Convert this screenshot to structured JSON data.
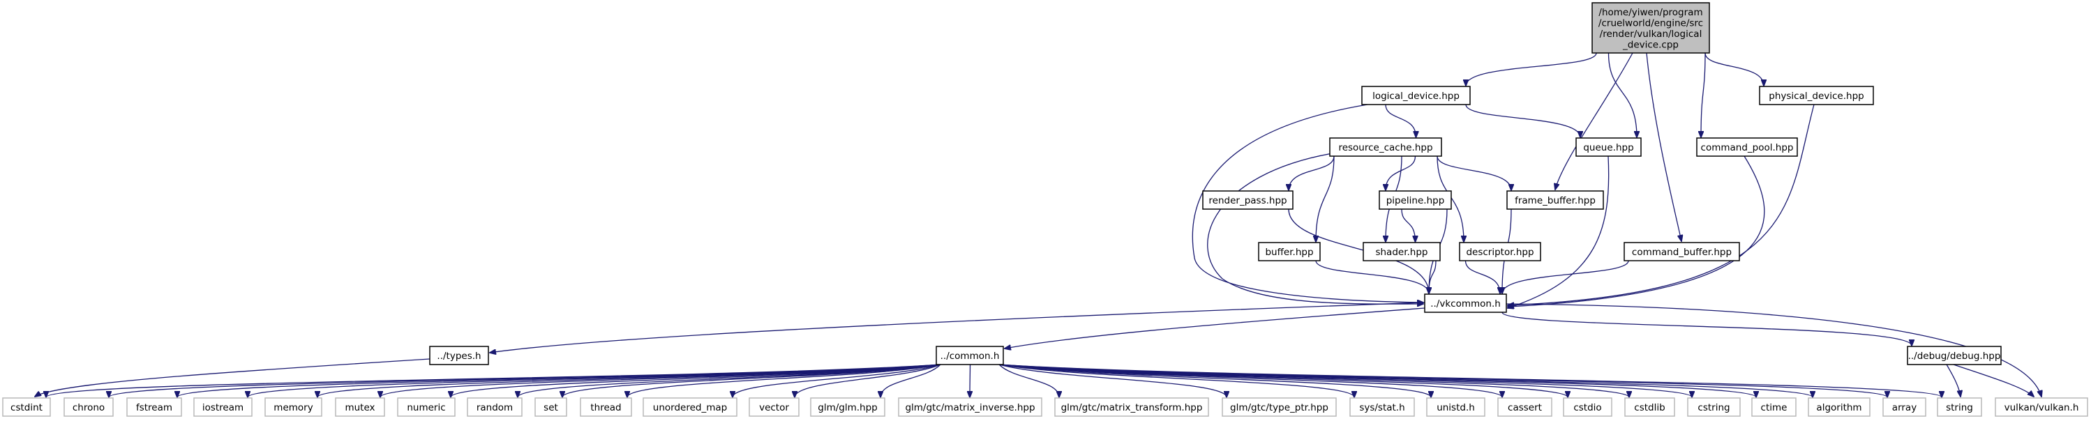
{
  "graph": {
    "root": {
      "label_lines": [
        "/home/yiwen/program",
        "/cruelworld/engine/src",
        "/render/vulkan/logical",
        "_device.cpp"
      ]
    },
    "nodes": {
      "logical_device": "logical_device.hpp",
      "physical_device": "physical_device.hpp",
      "resource_cache": "resource_cache.hpp",
      "queue": "queue.hpp",
      "command_pool": "command_pool.hpp",
      "render_pass": "render_pass.hpp",
      "pipeline": "pipeline.hpp",
      "frame_buffer": "frame_buffer.hpp",
      "buffer": "buffer.hpp",
      "shader": "shader.hpp",
      "descriptor": "descriptor.hpp",
      "command_buffer": "command_buffer.hpp",
      "vkcommon": "../vkcommon.h",
      "types": "../types.h",
      "common": "../common.h",
      "debug": "../debug/debug.hpp",
      "cstdint": "cstdint",
      "chrono": "chrono",
      "fstream": "fstream",
      "iostream": "iostream",
      "memory": "memory",
      "mutex": "mutex",
      "numeric": "numeric",
      "random": "random",
      "set": "set",
      "thread": "thread",
      "unordered_map": "unordered_map",
      "vector": "vector",
      "glm_glm": "glm/glm.hpp",
      "glm_inverse": "glm/gtc/matrix_inverse.hpp",
      "glm_transform": "glm/gtc/matrix_transform.hpp",
      "glm_typeptr": "glm/gtc/type_ptr.hpp",
      "sys_stat": "sys/stat.h",
      "unistd": "unistd.h",
      "cassert": "cassert",
      "cstdio": "cstdio",
      "cstdlib": "cstdlib",
      "cstring": "cstring",
      "ctime": "ctime",
      "algorithm": "algorithm",
      "array": "array",
      "string": "string",
      "vulkan": "vulkan/vulkan.h"
    },
    "edges": [
      [
        "root",
        "logical_device"
      ],
      [
        "root",
        "physical_device"
      ],
      [
        "root",
        "queue"
      ],
      [
        "root",
        "command_pool"
      ],
      [
        "root",
        "frame_buffer"
      ],
      [
        "root",
        "command_buffer"
      ],
      [
        "logical_device",
        "resource_cache"
      ],
      [
        "logical_device",
        "queue"
      ],
      [
        "logical_device",
        "vkcommon"
      ],
      [
        "physical_device",
        "vkcommon"
      ],
      [
        "resource_cache",
        "render_pass"
      ],
      [
        "resource_cache",
        "pipeline"
      ],
      [
        "resource_cache",
        "frame_buffer"
      ],
      [
        "resource_cache",
        "buffer"
      ],
      [
        "resource_cache",
        "shader"
      ],
      [
        "resource_cache",
        "descriptor"
      ],
      [
        "resource_cache",
        "vkcommon"
      ],
      [
        "queue",
        "vkcommon"
      ],
      [
        "command_pool",
        "vkcommon"
      ],
      [
        "render_pass",
        "vkcommon"
      ],
      [
        "pipeline",
        "shader"
      ],
      [
        "pipeline",
        "vkcommon"
      ],
      [
        "frame_buffer",
        "vkcommon"
      ],
      [
        "buffer",
        "vkcommon"
      ],
      [
        "shader",
        "vkcommon"
      ],
      [
        "descriptor",
        "vkcommon"
      ],
      [
        "command_buffer",
        "vkcommon"
      ],
      [
        "vkcommon",
        "types"
      ],
      [
        "vkcommon",
        "common"
      ],
      [
        "vkcommon",
        "debug"
      ],
      [
        "vkcommon",
        "vulkan"
      ],
      [
        "types",
        "cstdint"
      ],
      [
        "common",
        "cstdint"
      ],
      [
        "common",
        "chrono"
      ],
      [
        "common",
        "fstream"
      ],
      [
        "common",
        "iostream"
      ],
      [
        "common",
        "memory"
      ],
      [
        "common",
        "mutex"
      ],
      [
        "common",
        "numeric"
      ],
      [
        "common",
        "random"
      ],
      [
        "common",
        "set"
      ],
      [
        "common",
        "thread"
      ],
      [
        "common",
        "unordered_map"
      ],
      [
        "common",
        "vector"
      ],
      [
        "common",
        "glm_glm"
      ],
      [
        "common",
        "glm_inverse"
      ],
      [
        "common",
        "glm_transform"
      ],
      [
        "common",
        "glm_typeptr"
      ],
      [
        "common",
        "sys_stat"
      ],
      [
        "common",
        "unistd"
      ],
      [
        "common",
        "cassert"
      ],
      [
        "common",
        "cstdio"
      ],
      [
        "common",
        "cstdlib"
      ],
      [
        "common",
        "cstring"
      ],
      [
        "common",
        "ctime"
      ],
      [
        "common",
        "algorithm"
      ],
      [
        "common",
        "array"
      ],
      [
        "common",
        "string"
      ],
      [
        "debug",
        "string"
      ],
      [
        "debug",
        "vulkan"
      ]
    ]
  },
  "colors": {
    "edge": "#191970",
    "root_fill": "#bfbfbf",
    "node_border": "#000000",
    "system_header_border": "#b8b8b8"
  }
}
